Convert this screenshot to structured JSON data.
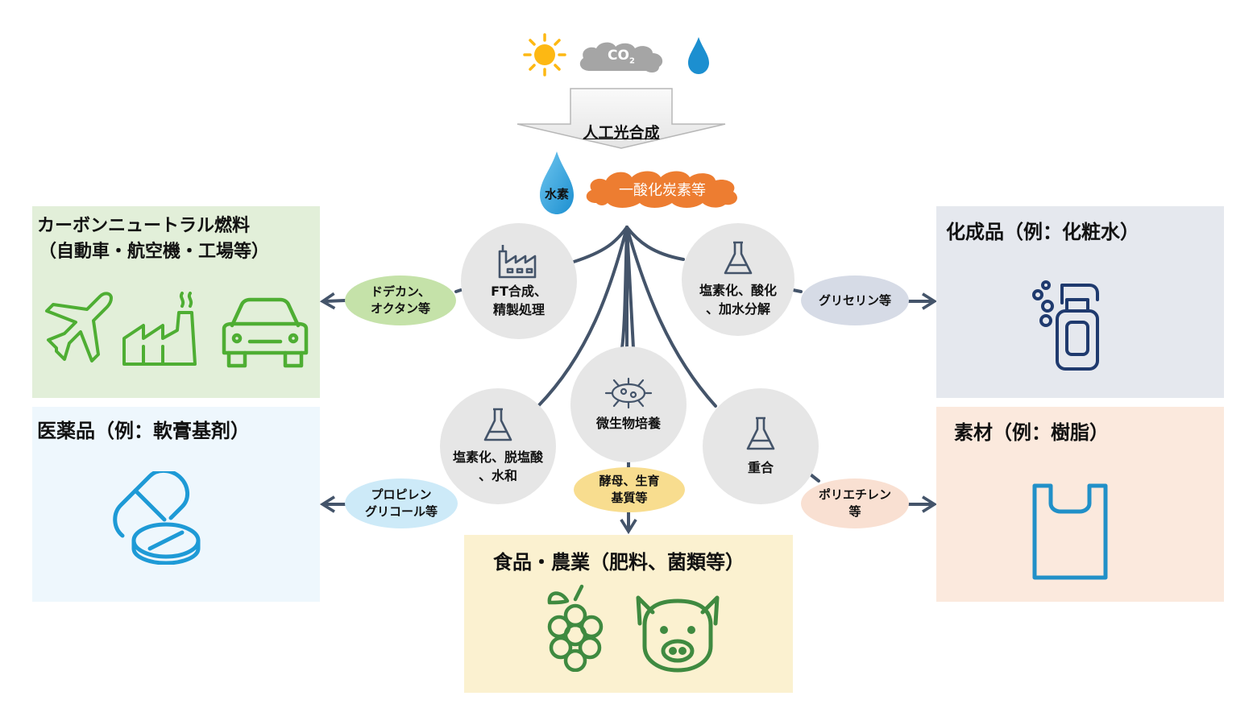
{
  "inputs": {
    "sun": "sun-icon",
    "co2_label": "CO",
    "co2_sub": "2",
    "water": "water-drop-icon"
  },
  "process": {
    "label": "人工光合成"
  },
  "products": {
    "hydrogen": "水素",
    "carbon_monoxide": "一酸化炭素等"
  },
  "circles": {
    "ft": {
      "line1": "FT合成、",
      "line2": "精製処理"
    },
    "chlor_hydro": {
      "line1": "塩素化、酸化",
      "line2": "、加水分解"
    },
    "chlor_hydrate": {
      "line1": "塩素化、脱塩酸",
      "line2": "、水和"
    },
    "microbe": {
      "line1": "微生物培養"
    },
    "polymer": {
      "line1": "重合"
    }
  },
  "intermediates": {
    "dodecane": {
      "line1": "ドデカン、",
      "line2": "オクタン等"
    },
    "glycerin": {
      "line1": "グリセリン等"
    },
    "propylene": {
      "line1": "プロピレン",
      "line2": "グリコール等"
    },
    "yeast": {
      "line1": "酵母、生育",
      "line2": "基質等"
    },
    "polyethylene": {
      "line1": "ポリエチレン",
      "line2": "等"
    }
  },
  "boxes": {
    "fuel": {
      "title1": "カーボンニュートラル燃料",
      "title2": "（自動車・航空機・工場等）",
      "icons": [
        "airplane-icon",
        "factory-icon",
        "car-icon"
      ]
    },
    "chemical": {
      "title1": "化成品（例：化粧水）",
      "icons": [
        "pump-bottle-icon"
      ]
    },
    "medicine": {
      "title1": "医薬品（例：軟膏基剤）",
      "icons": [
        "pill-icon"
      ]
    },
    "material": {
      "title1": "素材（例：樹脂）",
      "icons": [
        "plastic-bag-icon"
      ]
    },
    "food": {
      "title1": "食品・農業（肥料、菌類等）",
      "icons": [
        "grapes-icon",
        "pig-icon"
      ]
    }
  },
  "colors": {
    "connector": "#44546a",
    "fuel_bg": "#e2efd9",
    "fuel_icon": "#4eae33",
    "chemical_bg": "#e5e8ee",
    "chemical_icon": "#1f3a6e",
    "medicine_bg": "#eef7fd",
    "medicine_icon": "#1e9ad6",
    "material_bg": "#fbe9dd",
    "material_icon": "#2190c8",
    "food_bg": "#fbf1d0",
    "food_icon": "#3f8a40",
    "co_cloud": "#ed7d31",
    "water": "#1c8fd0",
    "sun": "#fdb813",
    "circle_bg": "#e6e6e6",
    "dodecane_bg": "#c5e2a9",
    "glycerin_bg": "#d6dbe6",
    "propylene_bg": "#cdeaf8",
    "yeast_bg": "#f8dd8f",
    "polyethylene_bg": "#f9e0d2"
  }
}
